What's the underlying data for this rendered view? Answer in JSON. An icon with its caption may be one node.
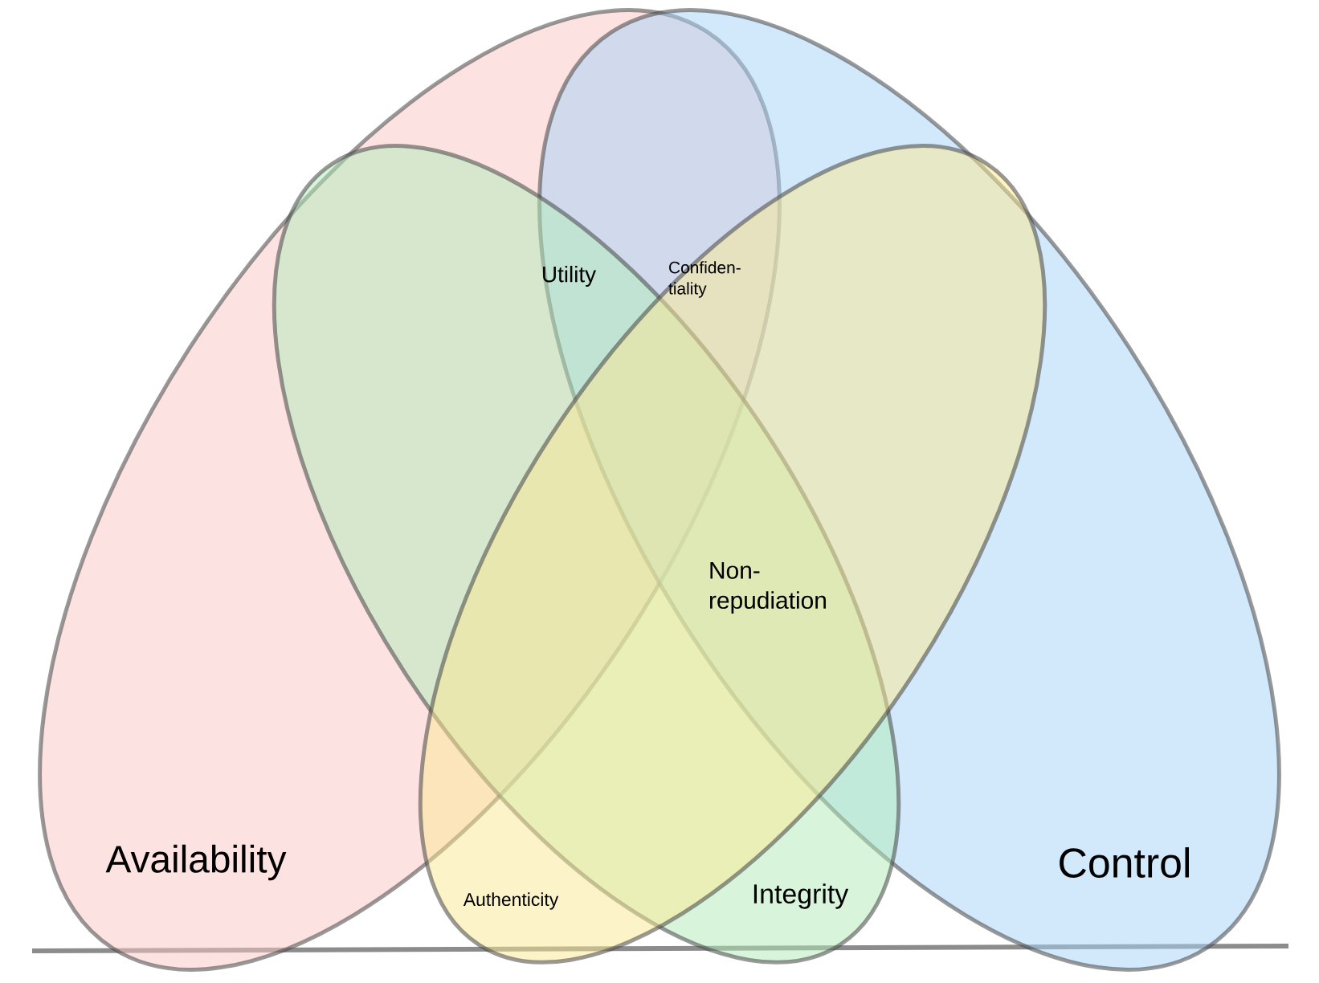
{
  "diagram": {
    "nodes": [
      {
        "text": [
          "Availability"
        ]
      },
      {
        "text": [
          "Control"
        ]
      },
      {
        "text": [
          "Integrity"
        ]
      },
      {
        "text": [
          "Authenticity"
        ]
      }
    ],
    "labels": [
      "Utility",
      "Confiden- tiality",
      "Non- repudiation"
    ]
  }
}
